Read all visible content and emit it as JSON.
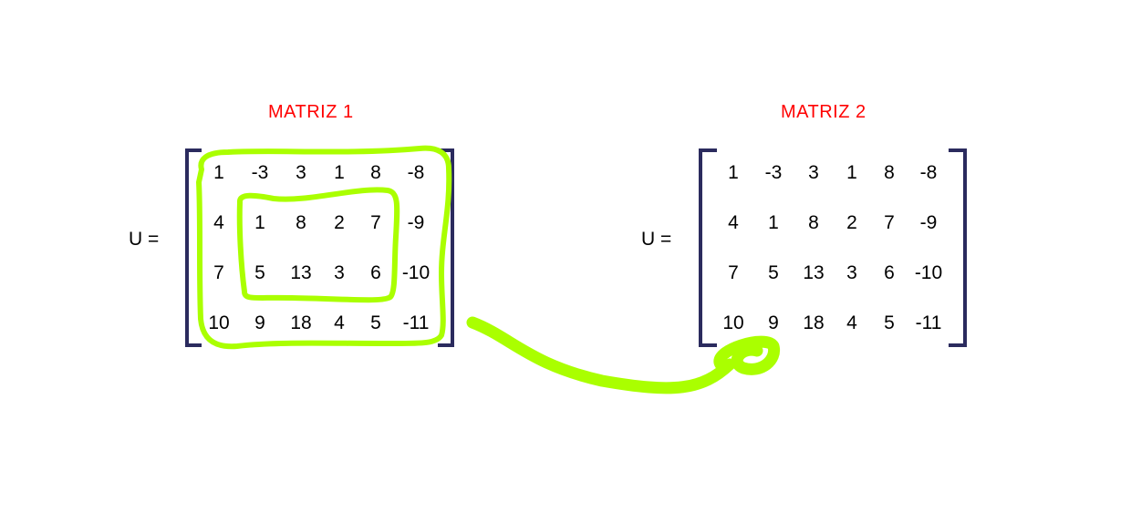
{
  "colors": {
    "title": "#ff0000",
    "bracket": "#2b2b5e",
    "highlight": "#aaff00",
    "text": "#000000"
  },
  "matrix1": {
    "title": "MATRIZ 1",
    "label": "U =",
    "rows": [
      [
        "1",
        "-3",
        "3",
        "1",
        "8",
        "-8"
      ],
      [
        "4",
        "1",
        "8",
        "2",
        "7",
        "-9"
      ],
      [
        "7",
        "5",
        "13",
        "3",
        "6",
        "-10"
      ],
      [
        "10",
        "9",
        "18",
        "4",
        "5",
        "-11"
      ]
    ]
  },
  "matrix2": {
    "title": "MATRIZ 2",
    "label": "U =",
    "rows": [
      [
        "1",
        "-3",
        "3",
        "1",
        "8",
        "-8"
      ],
      [
        "4",
        "1",
        "8",
        "2",
        "7",
        "-9"
      ],
      [
        "7",
        "5",
        "13",
        "3",
        "6",
        "-10"
      ],
      [
        "10",
        "9",
        "18",
        "4",
        "5",
        "-11"
      ]
    ]
  }
}
